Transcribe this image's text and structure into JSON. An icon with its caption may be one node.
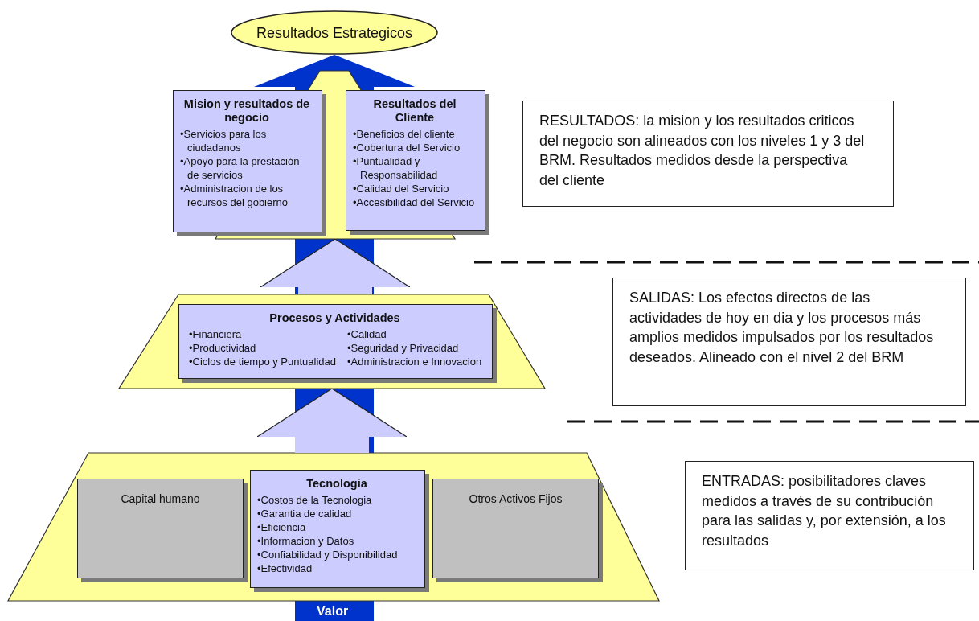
{
  "diagram": {
    "nodes": [
      {
        "text": [
          "Resultados Estrategicos"
        ]
      },
      {
        "text": [],
        "shape": "trapezoid"
      },
      {
        "text": [
          "Mision y resultados de negocio",
          "•Servicios para los ciudadanos",
          "•Apoyo para la prestación de servicios",
          "•Administracion de los recursos del gobierno"
        ]
      },
      {
        "text": [
          "Resultados del Cliente",
          "•Beneficios del cliente",
          "•Cobertura del Servicio",
          "•Puntualidad y Responsabilidad",
          "•Calidad del Servicio",
          "•Accesibilidad del Servicio"
        ]
      },
      {
        "text": [],
        "shape": "trapezoid"
      },
      {
        "text": [
          "Procesos y Actividades",
          "•Financiera",
          "•Productividad",
          "•Ciclos de tiempo y Puntualidad",
          "•Calidad",
          "•Seguridad y Privacidad",
          "•Administracion e Innovacion"
        ],
        "in": 4
      },
      {
        "text": [],
        "shape": "trapezoid"
      },
      {
        "text": [
          "Capital humano"
        ],
        "in": 6
      },
      {
        "text": [
          "Tecnologia",
          "•Costos de la Tecnologia",
          "•Garantia de calidad",
          "•Eficiencia",
          "•Informacion y Datos",
          "•Confiabilidad y Disponibilidad",
          "•Efectividad"
        ],
        "in": 6
      },
      {
        "text": [
          "Otros Activos Fijos"
        ],
        "in": 6
      },
      {
        "text": [
          "RESULTADOS: la mision y los resultados criticos del negocio son alineados con los niveles 1 y 3 del BRM. Resultados medidos desde la perspectiva del cliente"
        ]
      },
      {
        "text": [
          "SALIDAS: Los efectos directos de las actividades de hoy en dia y los procesos más amplios medidos impulsados por los resultados deseados. Alineado con el nivel 2 del BRM"
        ]
      },
      {
        "text": [
          "ENTRADAS: posibilitadores claves medidos a través de su contribución para las salidas y, por extensión, a los resultados"
        ]
      }
    ],
    "edges": [
      {
        "from": null,
        "to": 0,
        "arrow": "to",
        "label": "Valor",
        "color": "#0033cc"
      },
      {
        "from": 6,
        "to": 4,
        "arrow": "to"
      },
      {
        "from": 4,
        "to": 1,
        "arrow": "to"
      }
    ]
  }
}
